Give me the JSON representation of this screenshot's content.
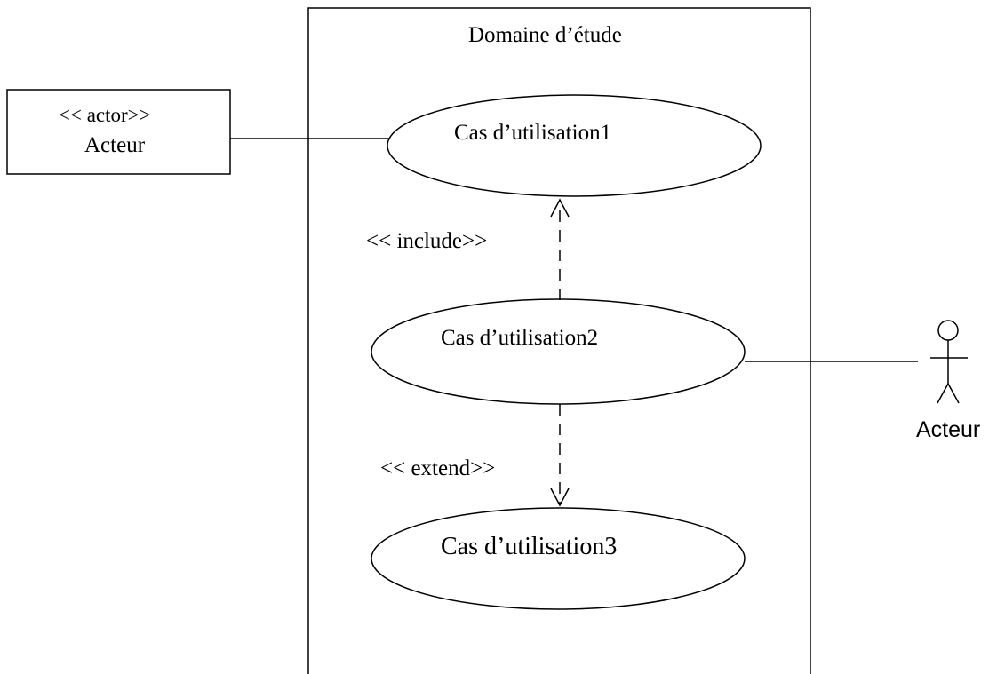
{
  "system": {
    "title": "Domaine d’étude"
  },
  "actors": {
    "box_actor": {
      "stereotype": "<< actor>>",
      "name": "Acteur"
    },
    "stick_actor": {
      "name": "Acteur"
    }
  },
  "use_cases": {
    "uc1": "Cas d’utilisation1",
    "uc2": "Cas d’utilisation2",
    "uc3": "Cas d’utilisation3"
  },
  "relations": {
    "include": "<< include>>",
    "extend": "<< extend>>"
  },
  "colors": {
    "line": "#000000",
    "background": "#ffffff"
  }
}
